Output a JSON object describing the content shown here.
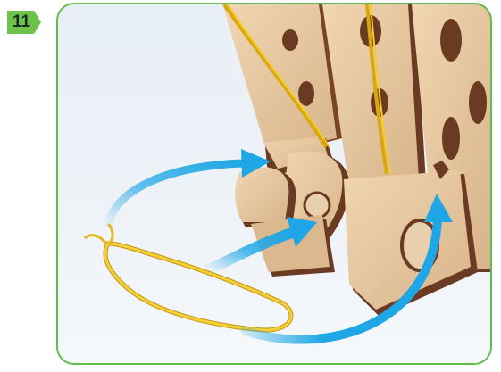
{
  "step": {
    "number": "11"
  },
  "illustration": {
    "parts": [
      "wood-frame",
      "yellow-rubber-band",
      "blue-arrow-1",
      "blue-arrow-2",
      "blue-arrow-3"
    ]
  },
  "colors": {
    "badge_green": "#6cc24a",
    "panel_border": "#5fbf4a",
    "arrow_blue": "#1ea6e6",
    "wood_light": "#e8c8a0",
    "wood_dark": "#6b3a22",
    "band_yellow": "#f2c318"
  }
}
